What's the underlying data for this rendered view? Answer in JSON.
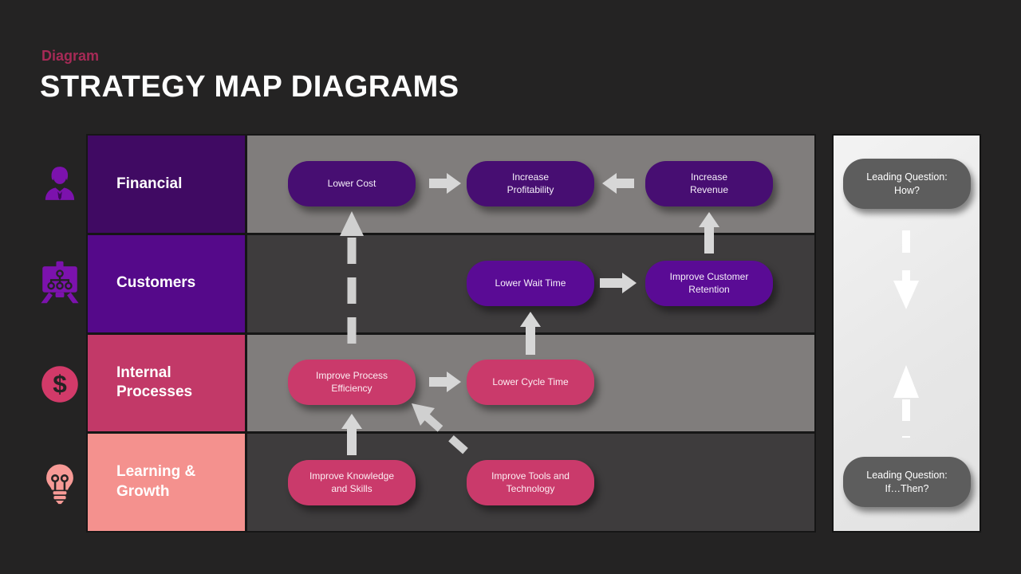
{
  "slide": {
    "eyebrow": "Diagram",
    "title": "STRATEGY MAP DIAGRAMS"
  },
  "perspectives": [
    {
      "label": "Financial",
      "icon": "businessman-icon",
      "nodes": [
        "Lower Cost",
        "Increase\nProfitability",
        "Increase\nRevenue"
      ]
    },
    {
      "label": "Customers",
      "icon": "org-chart-presentation-icon",
      "nodes": [
        "Lower Wait Time",
        "Improve Customer\nRetention"
      ]
    },
    {
      "label": "Internal\nProcesses",
      "icon": "dollar-coin-icon",
      "nodes": [
        "Improve Process\nEfficiency",
        "Lower Cycle Time"
      ]
    },
    {
      "label": "Learning &\nGrowth",
      "icon": "lightbulb-icon",
      "nodes": [
        "Improve Knowledge\nand Skills",
        "Improve Tools and\nTechnology"
      ]
    }
  ],
  "side_panel": {
    "top_question": "Leading Question:\nHow?",
    "bottom_question": "Leading Question:\nIf…Then?"
  },
  "colors": {
    "background": "#242323",
    "eyebrow_pink": "#a62a56",
    "title_white": "#fdfdfd",
    "financial_row": "#400a63",
    "customers_row": "#55098a",
    "internal_row": "#c23968",
    "learning_row": "#f4918e",
    "node_purple_dark": "#470e72",
    "node_purple": "#5a0b95",
    "node_pink": "#ca3a6b",
    "content_gray_light": "#807d7c",
    "content_gray_dark": "#3e3c3d",
    "arrow_gray": "#d7d7d7",
    "side_panel_bg": "#e9e9e9",
    "question_box": "#5d5d5d",
    "icon_purple": "#7c12ad",
    "icon_pink": "#d23a69",
    "icon_salmon": "#f79a96"
  }
}
